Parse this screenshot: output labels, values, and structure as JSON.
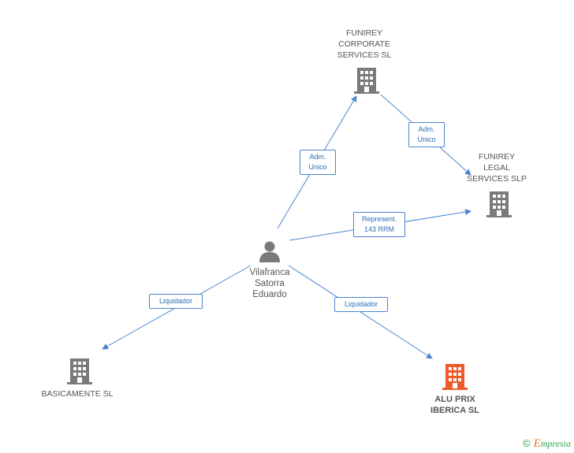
{
  "colors": {
    "edge": "#4a86d0",
    "building": "#7a7a7a",
    "highlight": "#f05a28",
    "person": "#7a7a7a"
  },
  "nodes": {
    "person": {
      "label": "Vilafranca\nSatorra\nEduardo",
      "icon": "person-icon"
    },
    "funirey_corporate": {
      "label": "FUNIREY\nCORPORATE\nSERVICES SL",
      "icon": "building-icon"
    },
    "funirey_legal": {
      "label": "FUNIREY\nLEGAL\nSERVICES SLP",
      "icon": "building-icon"
    },
    "basicamente": {
      "label": "BASICAMENTE SL",
      "icon": "building-icon"
    },
    "alu_prix": {
      "label": "ALU PRIX\nIBERICA SL",
      "icon": "building-icon"
    }
  },
  "edges": {
    "adm_unico_1": "Adm.\nUnico",
    "adm_unico_2": "Adm.\nUnico",
    "represent": "Represent.\n143 RRM",
    "liquidador_left": "Liquidador",
    "liquidador_right": "Liquidador"
  },
  "footer": {
    "copyright": "©",
    "brand_e": "E",
    "brand_rest": "mpresia"
  }
}
